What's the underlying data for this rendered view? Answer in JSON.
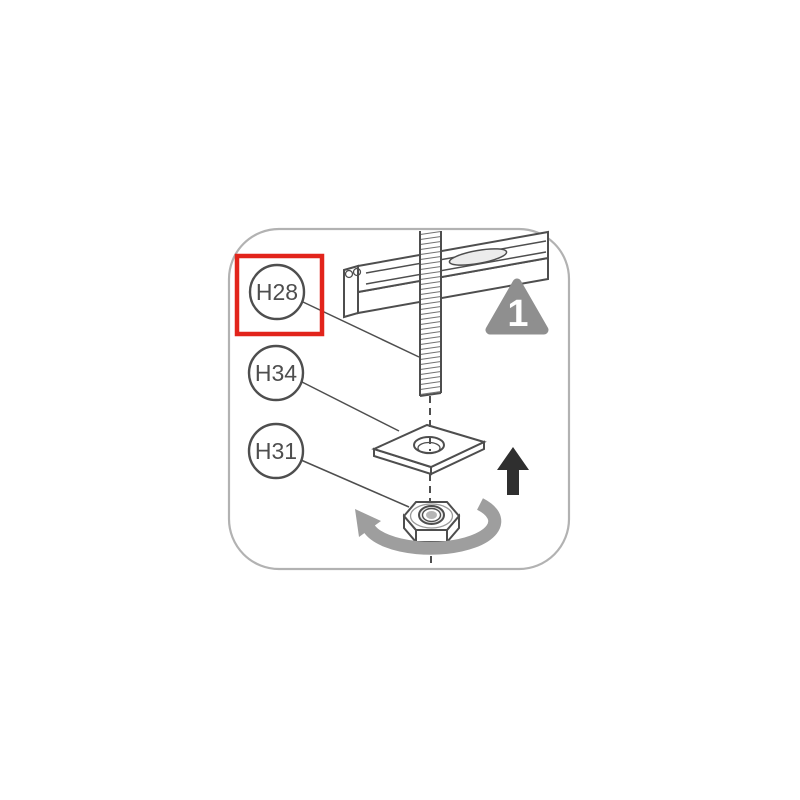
{
  "diagram": {
    "step_badge": "1",
    "labels": [
      {
        "text": "H28",
        "highlighted": true
      },
      {
        "text": "H34",
        "highlighted": false
      },
      {
        "text": "H31",
        "highlighted": false
      }
    ],
    "colors": {
      "line": "#4e4e4e",
      "panel_border": "#b2b2b2",
      "triangle": "#8f8f8f",
      "badge_text": "#ffffff",
      "arrow_dark": "#2f2f2f",
      "rotation_arrow": "#9e9e9e",
      "highlight": "#e2241b"
    }
  }
}
